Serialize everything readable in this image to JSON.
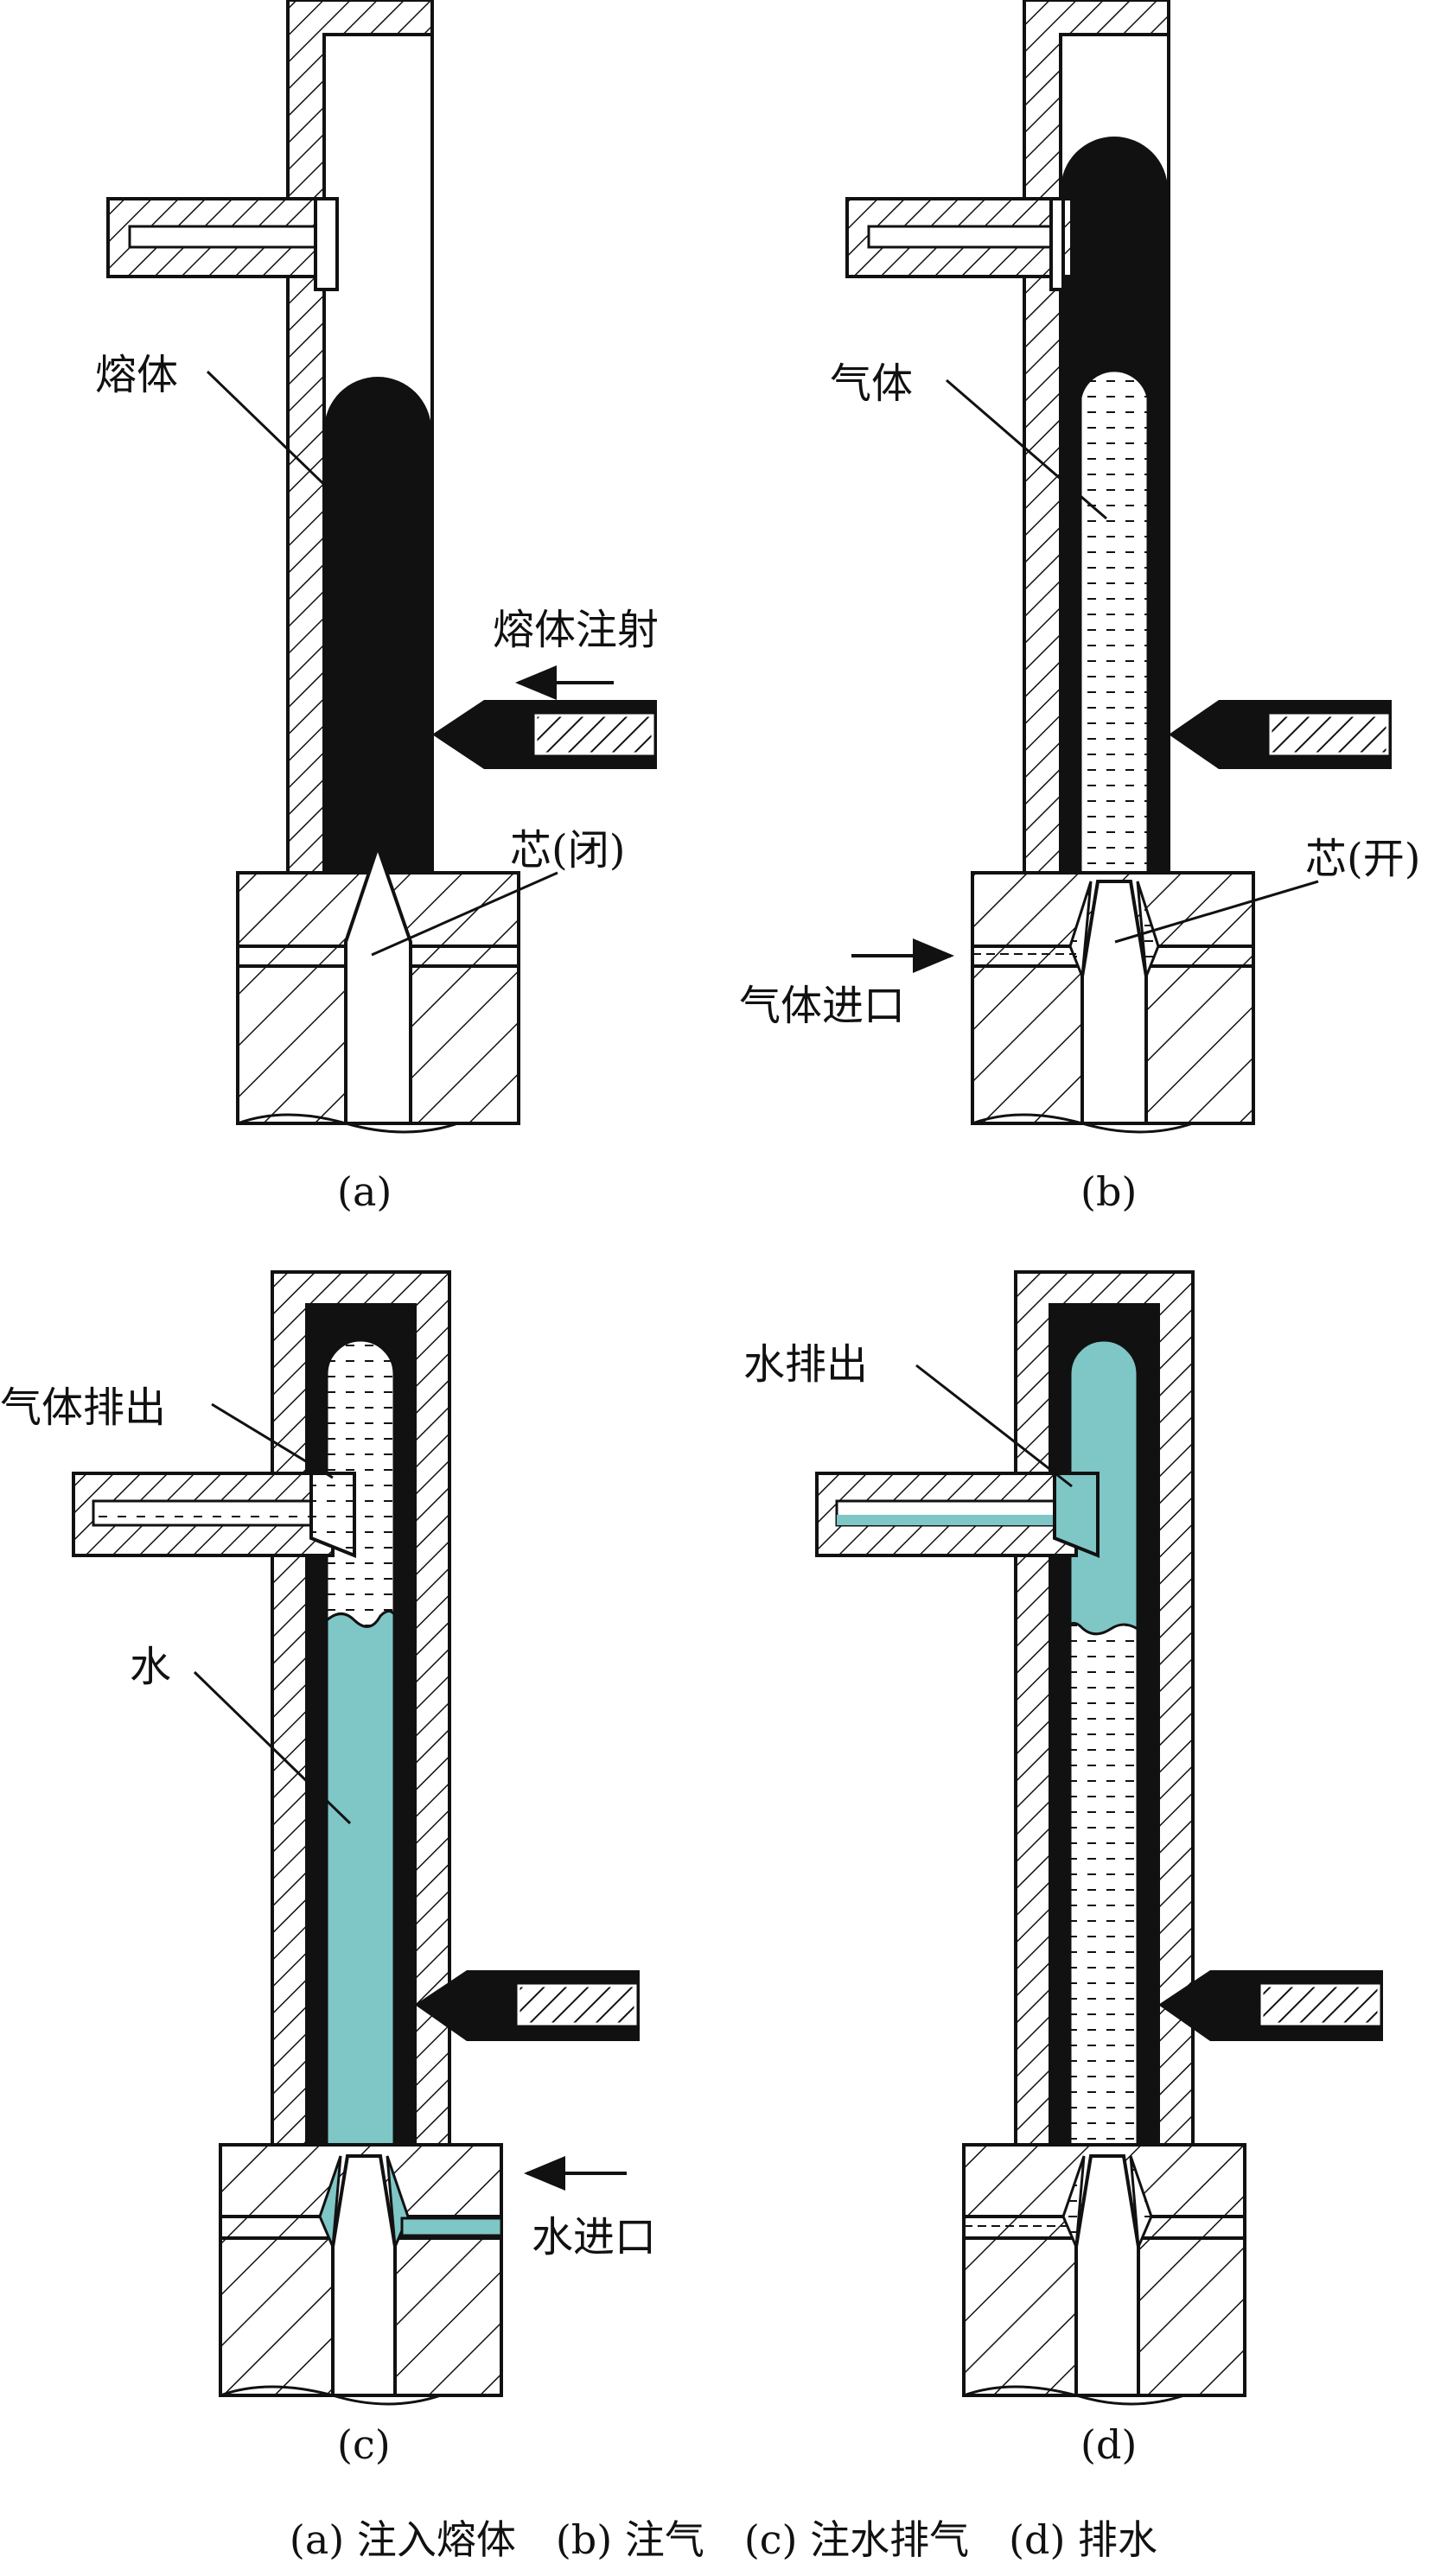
{
  "colors": {
    "melt": "#111111",
    "water": "#7fc6c6",
    "wall": "#ffffff",
    "stroke": "#111111"
  },
  "panels": {
    "a": {
      "caption": "(a)",
      "labels": {
        "melt": "熔体",
        "melt_injection": "熔体注射",
        "core_closed": "芯(闭)"
      }
    },
    "b": {
      "caption": "(b)",
      "labels": {
        "gas": "气体",
        "core_open": "芯(开)",
        "gas_inlet": "气体进口"
      }
    },
    "c": {
      "caption": "(c)",
      "labels": {
        "gas_outlet": "气体排出",
        "water": "水",
        "water_inlet": "水进口"
      }
    },
    "d": {
      "caption": "(d)",
      "labels": {
        "water_outlet": "水排出"
      }
    }
  },
  "footer_caption": "(a) 注入熔体　(b) 注气　(c) 注水排气　(d) 排水"
}
